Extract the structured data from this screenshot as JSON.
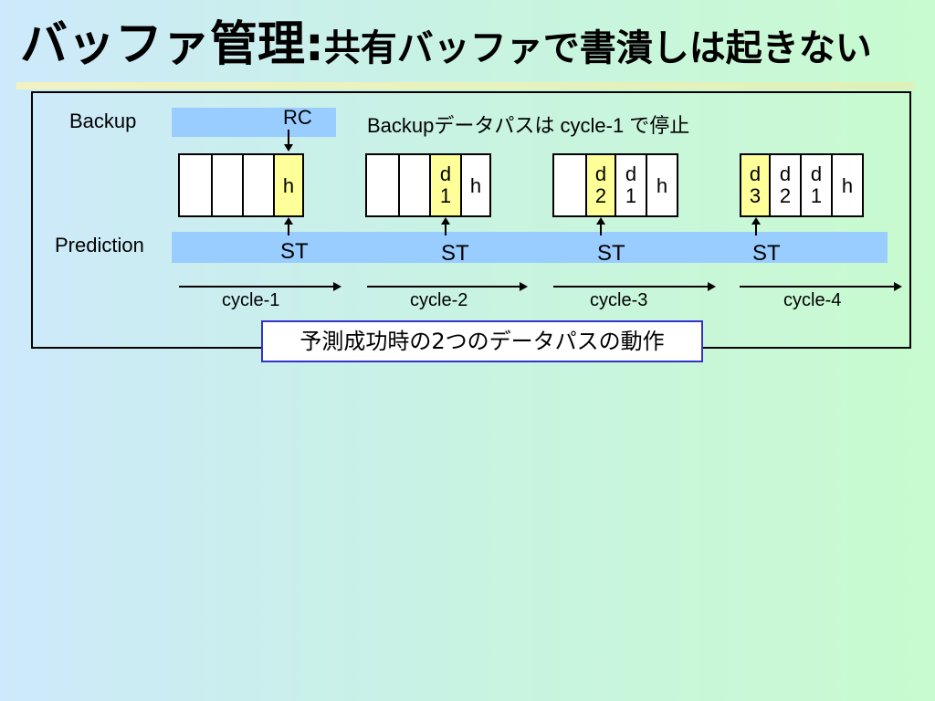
{
  "title": {
    "main": "バッファ管理:",
    "sub": "共有バッファで書潰しは起きない"
  },
  "diagram": {
    "backup_label": "Backup",
    "prediction_label": "Prediction",
    "rc_label": "RC",
    "st_label": "ST",
    "note": "Backupデータパスは cycle-1 で停止",
    "cycles": [
      "cycle-1",
      "cycle-2",
      "cycle-3",
      "cycle-4"
    ],
    "buffers": [
      {
        "cells": [
          "",
          "",
          "",
          "h"
        ],
        "highlight": 3
      },
      {
        "cells": [
          "",
          "",
          "d\n1",
          "h"
        ],
        "highlight": 2
      },
      {
        "cells": [
          "",
          "d\n2",
          "d\n1",
          "h"
        ],
        "highlight": 1
      },
      {
        "cells": [
          "d\n3",
          "d\n2",
          "d\n1",
          "h"
        ],
        "highlight": 0
      }
    ],
    "caption": "予測成功時の2つのデータパスの動作"
  },
  "colors": {
    "band": "#99ccff",
    "highlight_cell": "#ffff99",
    "caption_border": "#3333cc"
  }
}
